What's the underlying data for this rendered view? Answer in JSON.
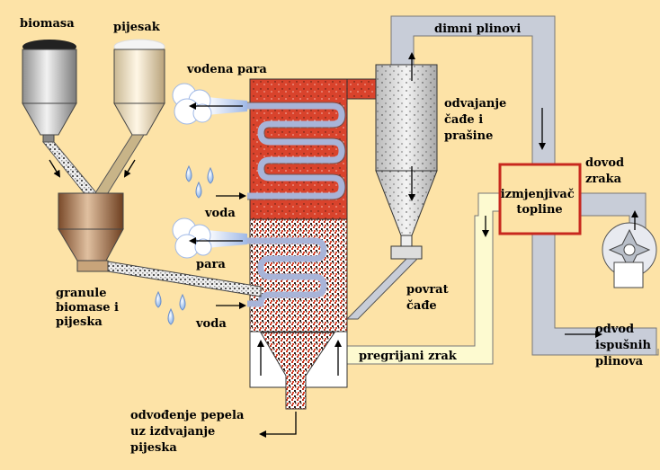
{
  "labels": {
    "biomasa": "biomasa",
    "pijesak": "pijesak",
    "vodena_para": "vodena para",
    "voda_top": "voda",
    "para": "para",
    "voda_bottom": "voda",
    "granule": [
      "granule",
      "biomase i",
      "pijeska"
    ],
    "dimni_plinovi": "dimni plinovi",
    "odvajanje": [
      "odvajanje",
      "čađe i",
      "prašine"
    ],
    "povrat": [
      "povrat",
      "čađe"
    ],
    "izmjenjivac": [
      "izmjenjivač",
      "topline"
    ],
    "dovod": [
      "dovod",
      "zraka"
    ],
    "odvod": [
      "odvod",
      "ispušnih",
      "plinova"
    ],
    "pregrijani": "pregrijani zrak",
    "odvodjenje": [
      "odvođenje pepela",
      "uz izdvajanje",
      "pijeska"
    ]
  },
  "colors": {
    "background": "#fde3a7",
    "boiler_red": "#d9432c",
    "duct_gray": "#c8cdd8",
    "hot_air_duct": "#fdfad0",
    "exchanger_border": "#c8281e",
    "coil_blue": "#a8b4d8"
  }
}
